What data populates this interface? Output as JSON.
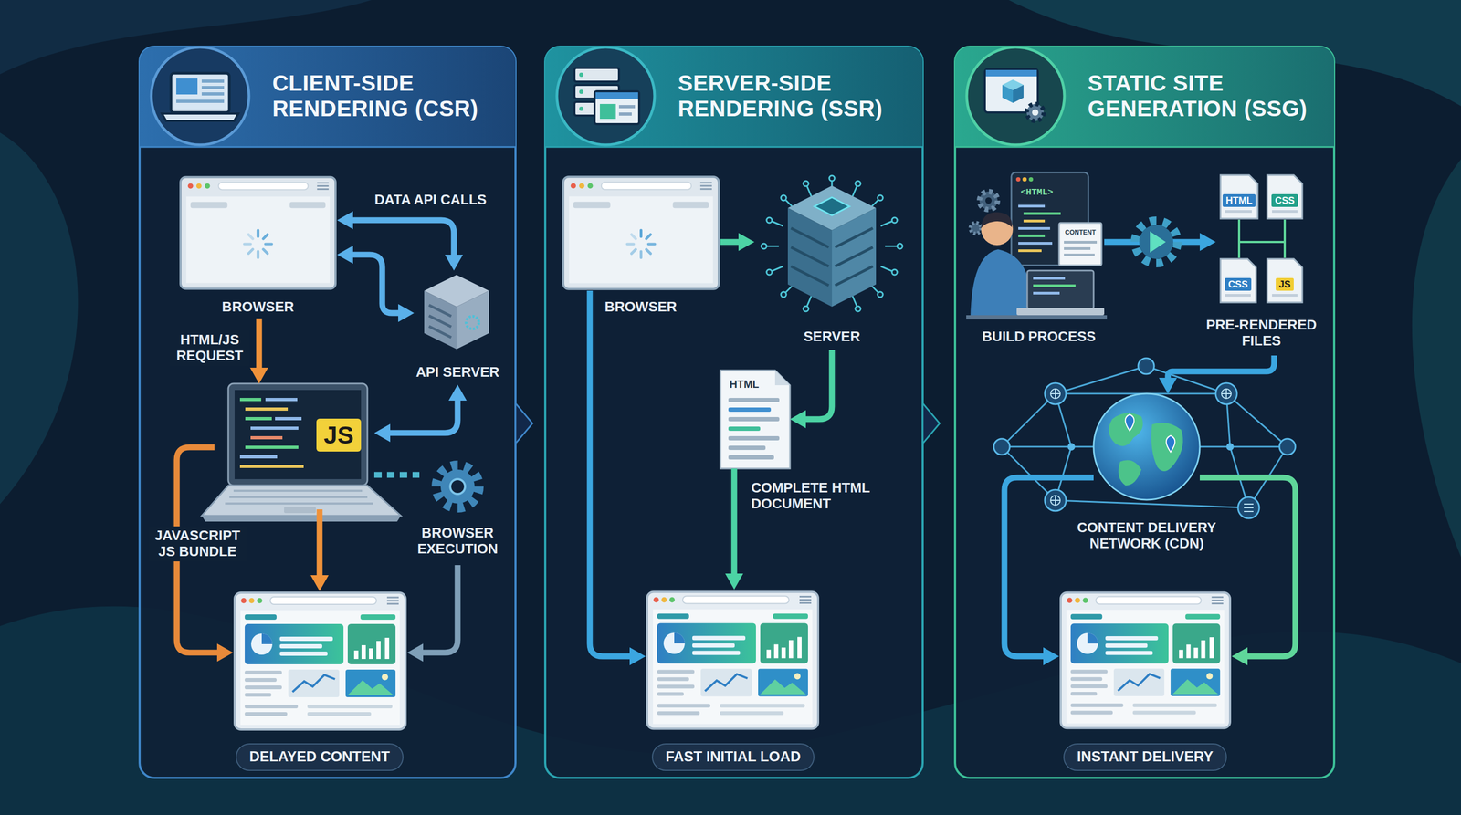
{
  "diagram": {
    "nodes": [
      {
        "text": [
          "CLIENT-SIDE RENDERING (CSR)"
        ]
      },
      {
        "text": [
          "BROWSER"
        ],
        "in": 0
      },
      {
        "text": [
          "API SERVER"
        ],
        "in": 0
      },
      {
        "text": [
          "JS"
        ],
        "in": 0
      },
      {
        "text": [
          "BROWSER EXECUTION"
        ],
        "in": 0
      },
      {
        "text": [
          "DELAYED CONTENT"
        ],
        "in": 0
      },
      {
        "text": [
          "SERVER-SIDE RENDERING (SSR)"
        ]
      },
      {
        "text": [
          "BROWSER"
        ],
        "in": 6
      },
      {
        "text": [
          "SERVER"
        ],
        "in": 6
      },
      {
        "text": [
          "HTML",
          "COMPLETE HTML DOCUMENT"
        ],
        "in": 6
      },
      {
        "text": [
          "FAST INITIAL LOAD"
        ],
        "in": 6
      },
      {
        "text": [
          "STATIC SITE GENERATION (SSG)"
        ]
      },
      {
        "text": [
          "BUILD PROCESS"
        ],
        "in": 11
      },
      {
        "text": [
          "PRE-RENDERED FILES"
        ],
        "in": 11
      },
      {
        "text": [
          "CONTENT DELIVERY NETWORK (CDN)"
        ],
        "in": 11
      },
      {
        "text": [
          "INSTANT DELIVERY"
        ],
        "in": 11
      }
    ],
    "edges": [
      {
        "from": 1,
        "to": 2,
        "label": "DATA API CALLS",
        "arrow": "both"
      },
      {
        "from": 2,
        "to": 1,
        "arrow": "both"
      },
      {
        "from": 1,
        "to": 3,
        "label": "HTML/JS REQUEST",
        "arrow": "to"
      },
      {
        "from": 2,
        "to": 3,
        "arrow": "both"
      },
      {
        "from": 3,
        "to": 4,
        "arrow": "none"
      },
      {
        "from": 3,
        "to": 5,
        "arrow": "to"
      },
      {
        "from": 3,
        "to": 5,
        "label": "JAVASCRIPT JS BUNDLE",
        "arrow": "to"
      },
      {
        "from": 4,
        "to": 5,
        "arrow": "to"
      },
      {
        "from": 7,
        "to": 8,
        "arrow": "to"
      },
      {
        "from": 8,
        "to": 9,
        "arrow": "to"
      },
      {
        "from": 9,
        "to": 10,
        "arrow": "to"
      },
      {
        "from": 7,
        "to": 10,
        "arrow": "to"
      },
      {
        "from": 12,
        "to": 13,
        "arrow": "to"
      },
      {
        "from": 13,
        "to": 14,
        "arrow": "to"
      },
      {
        "from": 14,
        "to": 15,
        "arrow": "to"
      },
      {
        "from": 14,
        "to": 15,
        "arrow": "to"
      }
    ],
    "labels": [
      "<HTML>",
      "CONTENT",
      "HTML",
      "CSS",
      "CSS",
      "JS"
    ]
  }
}
